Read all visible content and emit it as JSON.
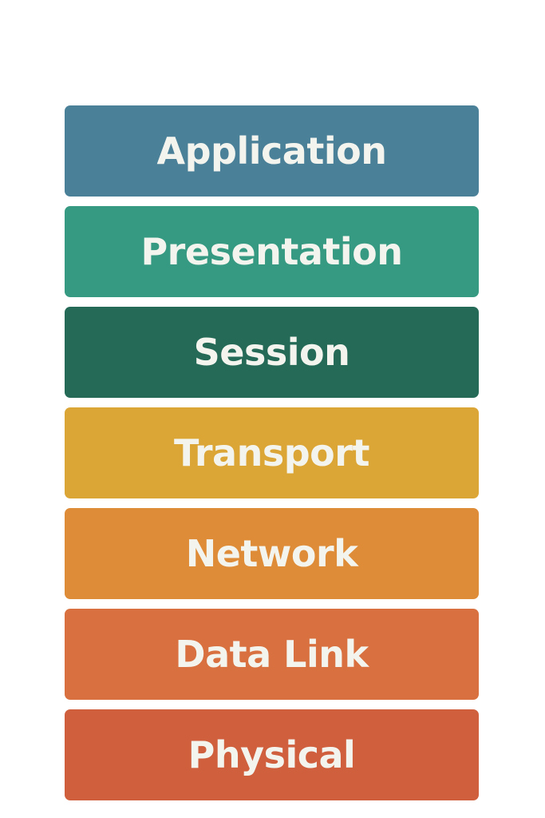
{
  "layers": [
    {
      "label": "Application",
      "color": "#4a8098"
    },
    {
      "label": "Presentation",
      "color": "#359a81"
    },
    {
      "label": "Session",
      "color": "#246a57"
    },
    {
      "label": "Transport",
      "color": "#dca636"
    },
    {
      "label": "Network",
      "color": "#de8c38"
    },
    {
      "label": "Data Link",
      "color": "#d8713f"
    },
    {
      "label": "Physical",
      "color": "#cf5f3d"
    }
  ]
}
